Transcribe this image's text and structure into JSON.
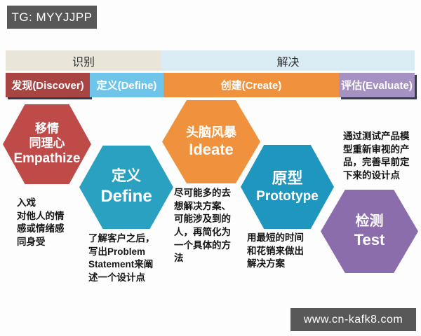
{
  "watermarks": {
    "top": "TG: MYYJJPP",
    "bottom": "www.cn-kafk8.com",
    "bg_color": "#585858"
  },
  "phase_bar": {
    "segments": [
      {
        "label": "识别",
        "color": "#e9e5d9"
      },
      {
        "label": "解决",
        "color": "#d9ecf4"
      }
    ]
  },
  "stage_bar": {
    "segments": [
      {
        "label": "发现(Discover)",
        "color": "#a84543"
      },
      {
        "label": "定义(Define)",
        "color": "#6fc5e9"
      },
      {
        "label": "创建(Create)",
        "color": "#f0923d"
      },
      {
        "label": "评估(Evaluate)",
        "color": "#a591c2"
      }
    ]
  },
  "hexagons": [
    {
      "zh": "移情\n同理心",
      "en": "Empathize",
      "color": "#bf4b48",
      "note": "入戏\n对他人的情\n感或情绪感\n同身受"
    },
    {
      "zh": "定义",
      "en": "Define",
      "color": "#2ba1c1",
      "note": "了解客户之后，\n写出Problem\nStatement来阐\n述一个设计点"
    },
    {
      "zh": "头脑风暴",
      "en": "Ideate",
      "color": "#f0923d",
      "note": "尽可能多的去\n想解决方案、\n可能涉及到的\n人，再简化为\n一个具体的方\n法"
    },
    {
      "zh": "原型",
      "en": "Prototype",
      "color": "#1e96bd",
      "note": "用最短的时间\n和花销来做出\n解决方案"
    },
    {
      "zh": "检测",
      "en": "Test",
      "color": "#8b6dac",
      "note": "通过测试产品模\n型重新审视的产\n品，完善早前定\n下来的设计点"
    }
  ]
}
